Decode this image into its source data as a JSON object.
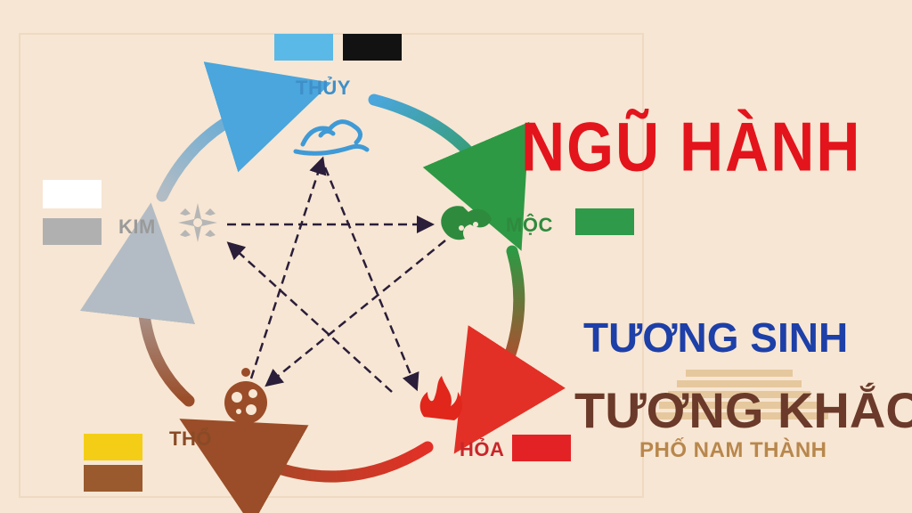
{
  "title": "NGŨ HÀNH",
  "subtitle_1": "TƯƠNG SINH",
  "subtitle_2": "TƯƠNG KHẮC",
  "watermark": "PHỐ NAM THÀNH",
  "elements": [
    {
      "key": "thuy",
      "label": "THỦY",
      "label_color": "#3f8fc9",
      "icon": "water-cloud-icon",
      "swatches": [
        "#5ab9e6",
        "#121212"
      ]
    },
    {
      "key": "moc",
      "label": "MỘC",
      "label_color": "#2f8a3e",
      "icon": "wood-leaf-icon",
      "swatches": [
        "#2f9a4a"
      ]
    },
    {
      "key": "hoa",
      "label": "HỎA",
      "label_color": "#c8262b",
      "icon": "fire-flame-icon",
      "swatches": [
        "#e32226"
      ]
    },
    {
      "key": "tho",
      "label": "THỔ",
      "label_color": "#8a4a26",
      "icon": "earth-orb-icon",
      "swatches": [
        "#f4ce16",
        "#9a5a2e"
      ]
    },
    {
      "key": "kim",
      "label": "KIM",
      "label_color": "#9a9a9a",
      "icon": "metal-sparkle-icon",
      "swatches": [
        "#ffffff",
        "#b0b0b0"
      ]
    }
  ],
  "colors": {
    "title": "#e3141c",
    "tuong_sinh": "#1d3fa8",
    "tuong_khac": "#6b3a2a",
    "watermark": "#b8874d",
    "background": "#f7e6d3"
  }
}
